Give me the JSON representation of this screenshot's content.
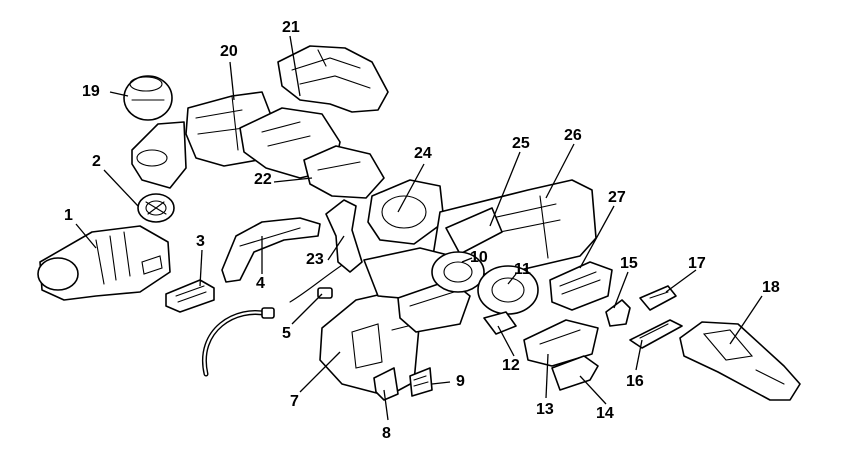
{
  "diagram": {
    "callouts": [
      {
        "id": "1",
        "text": "1"
      },
      {
        "id": "2",
        "text": "2"
      },
      {
        "id": "3",
        "text": "3"
      },
      {
        "id": "4",
        "text": "4"
      },
      {
        "id": "5",
        "text": "5"
      },
      {
        "id": "7",
        "text": "7"
      },
      {
        "id": "8",
        "text": "8"
      },
      {
        "id": "9",
        "text": "9"
      },
      {
        "id": "10",
        "text": "10"
      },
      {
        "id": "11",
        "text": "11"
      },
      {
        "id": "12",
        "text": "12"
      },
      {
        "id": "13",
        "text": "13"
      },
      {
        "id": "14",
        "text": "14"
      },
      {
        "id": "15",
        "text": "15"
      },
      {
        "id": "16",
        "text": "16"
      },
      {
        "id": "17",
        "text": "17"
      },
      {
        "id": "18",
        "text": "18"
      },
      {
        "id": "19",
        "text": "19"
      },
      {
        "id": "20",
        "text": "20"
      },
      {
        "id": "21",
        "text": "21"
      },
      {
        "id": "22",
        "text": "22"
      },
      {
        "id": "23",
        "text": "23"
      },
      {
        "id": "24",
        "text": "24"
      },
      {
        "id": "25",
        "text": "25"
      },
      {
        "id": "26",
        "text": "26"
      },
      {
        "id": "27",
        "text": "27"
      }
    ]
  }
}
